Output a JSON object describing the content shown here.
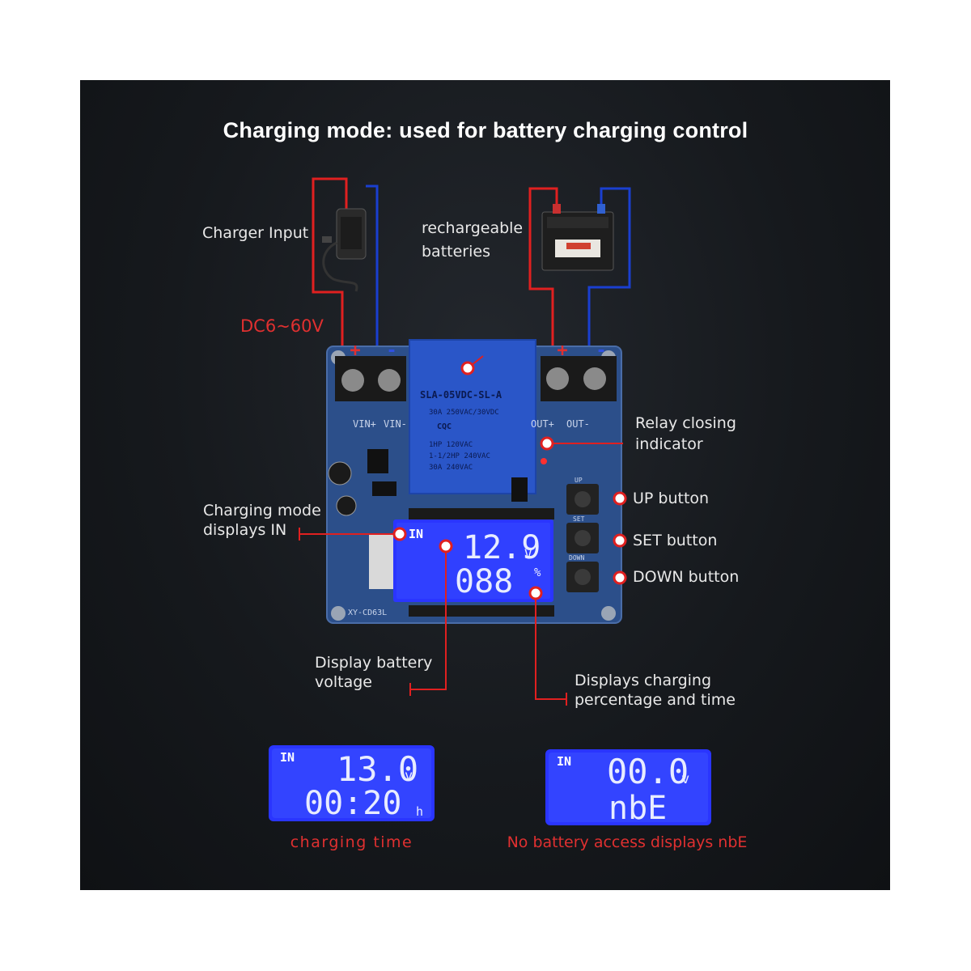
{
  "title": "Charging mode: used for battery charging control",
  "labels": {
    "charger_input": "Charger Input",
    "rechargeable_1": "rechargeable",
    "rechargeable_2": "batteries",
    "voltage_range": "DC6~60V",
    "relay_1": "Relay closing",
    "relay_2": "indicator",
    "up_button": "UP button",
    "set_button": "SET button",
    "down_button": "DOWN button",
    "charging_mode_1": "Charging mode",
    "charging_mode_2": "displays IN",
    "display_voltage_1": "Display battery",
    "display_voltage_2": "voltage",
    "display_pct_1": "Displays charging",
    "display_pct_2": "percentage and time"
  },
  "board": {
    "model": "XY-CD63L",
    "terminals": [
      "VIN+",
      "VIN-",
      "OUT+",
      "OUT-"
    ],
    "plus": "+",
    "minus": "-",
    "relay_lines": [
      "SLA-05VDC-SL-A",
      "30A 250VAC/30VDC",
      "CQC",
      "1HP 120VAC",
      "1-1/2HP 240VAC",
      "30A 240VAC"
    ],
    "buttons": [
      "UP",
      "SET",
      "DOWN"
    ]
  },
  "main_lcd": {
    "mode": "IN",
    "line1": "12.9",
    "unit1": "V",
    "line2": "088",
    "unit2": "%"
  },
  "lcd_left": {
    "mode": "IN",
    "line1": "13.0",
    "unit1": "v",
    "line2": "00:20",
    "unit2": "h",
    "caption": "charging time"
  },
  "lcd_right": {
    "mode": "IN",
    "line1": "00.0",
    "unit1": "v",
    "line2": "nbE",
    "caption": "No battery access displays nbE"
  },
  "colors": {
    "background": "#16191d",
    "accent_red": "#e03030",
    "wire_blue": "#1a3fd0",
    "lcd_blue": "#2a35ff",
    "board": "#2c4f8a"
  }
}
